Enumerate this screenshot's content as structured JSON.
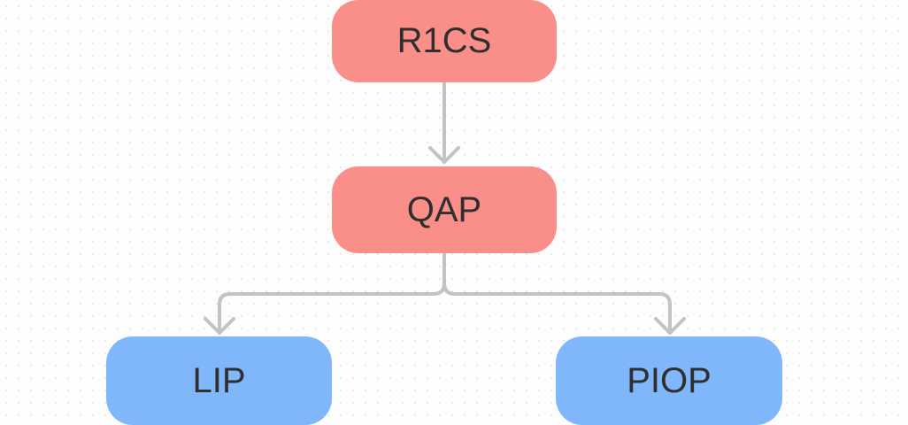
{
  "diagram": {
    "nodes": [
      {
        "id": "r1cs",
        "label": "R1CS",
        "color": "#fa8f89"
      },
      {
        "id": "qap",
        "label": "QAP",
        "color": "#fa8f89"
      },
      {
        "id": "lip",
        "label": "LIP",
        "color": "#80b6fa"
      },
      {
        "id": "piop",
        "label": "PIOP",
        "color": "#80b6fa"
      }
    ],
    "edges": [
      {
        "from": "r1cs",
        "to": "qap"
      },
      {
        "from": "qap",
        "to": "lip"
      },
      {
        "from": "qap",
        "to": "piop"
      }
    ],
    "edge_color": "#c3c3c3"
  }
}
